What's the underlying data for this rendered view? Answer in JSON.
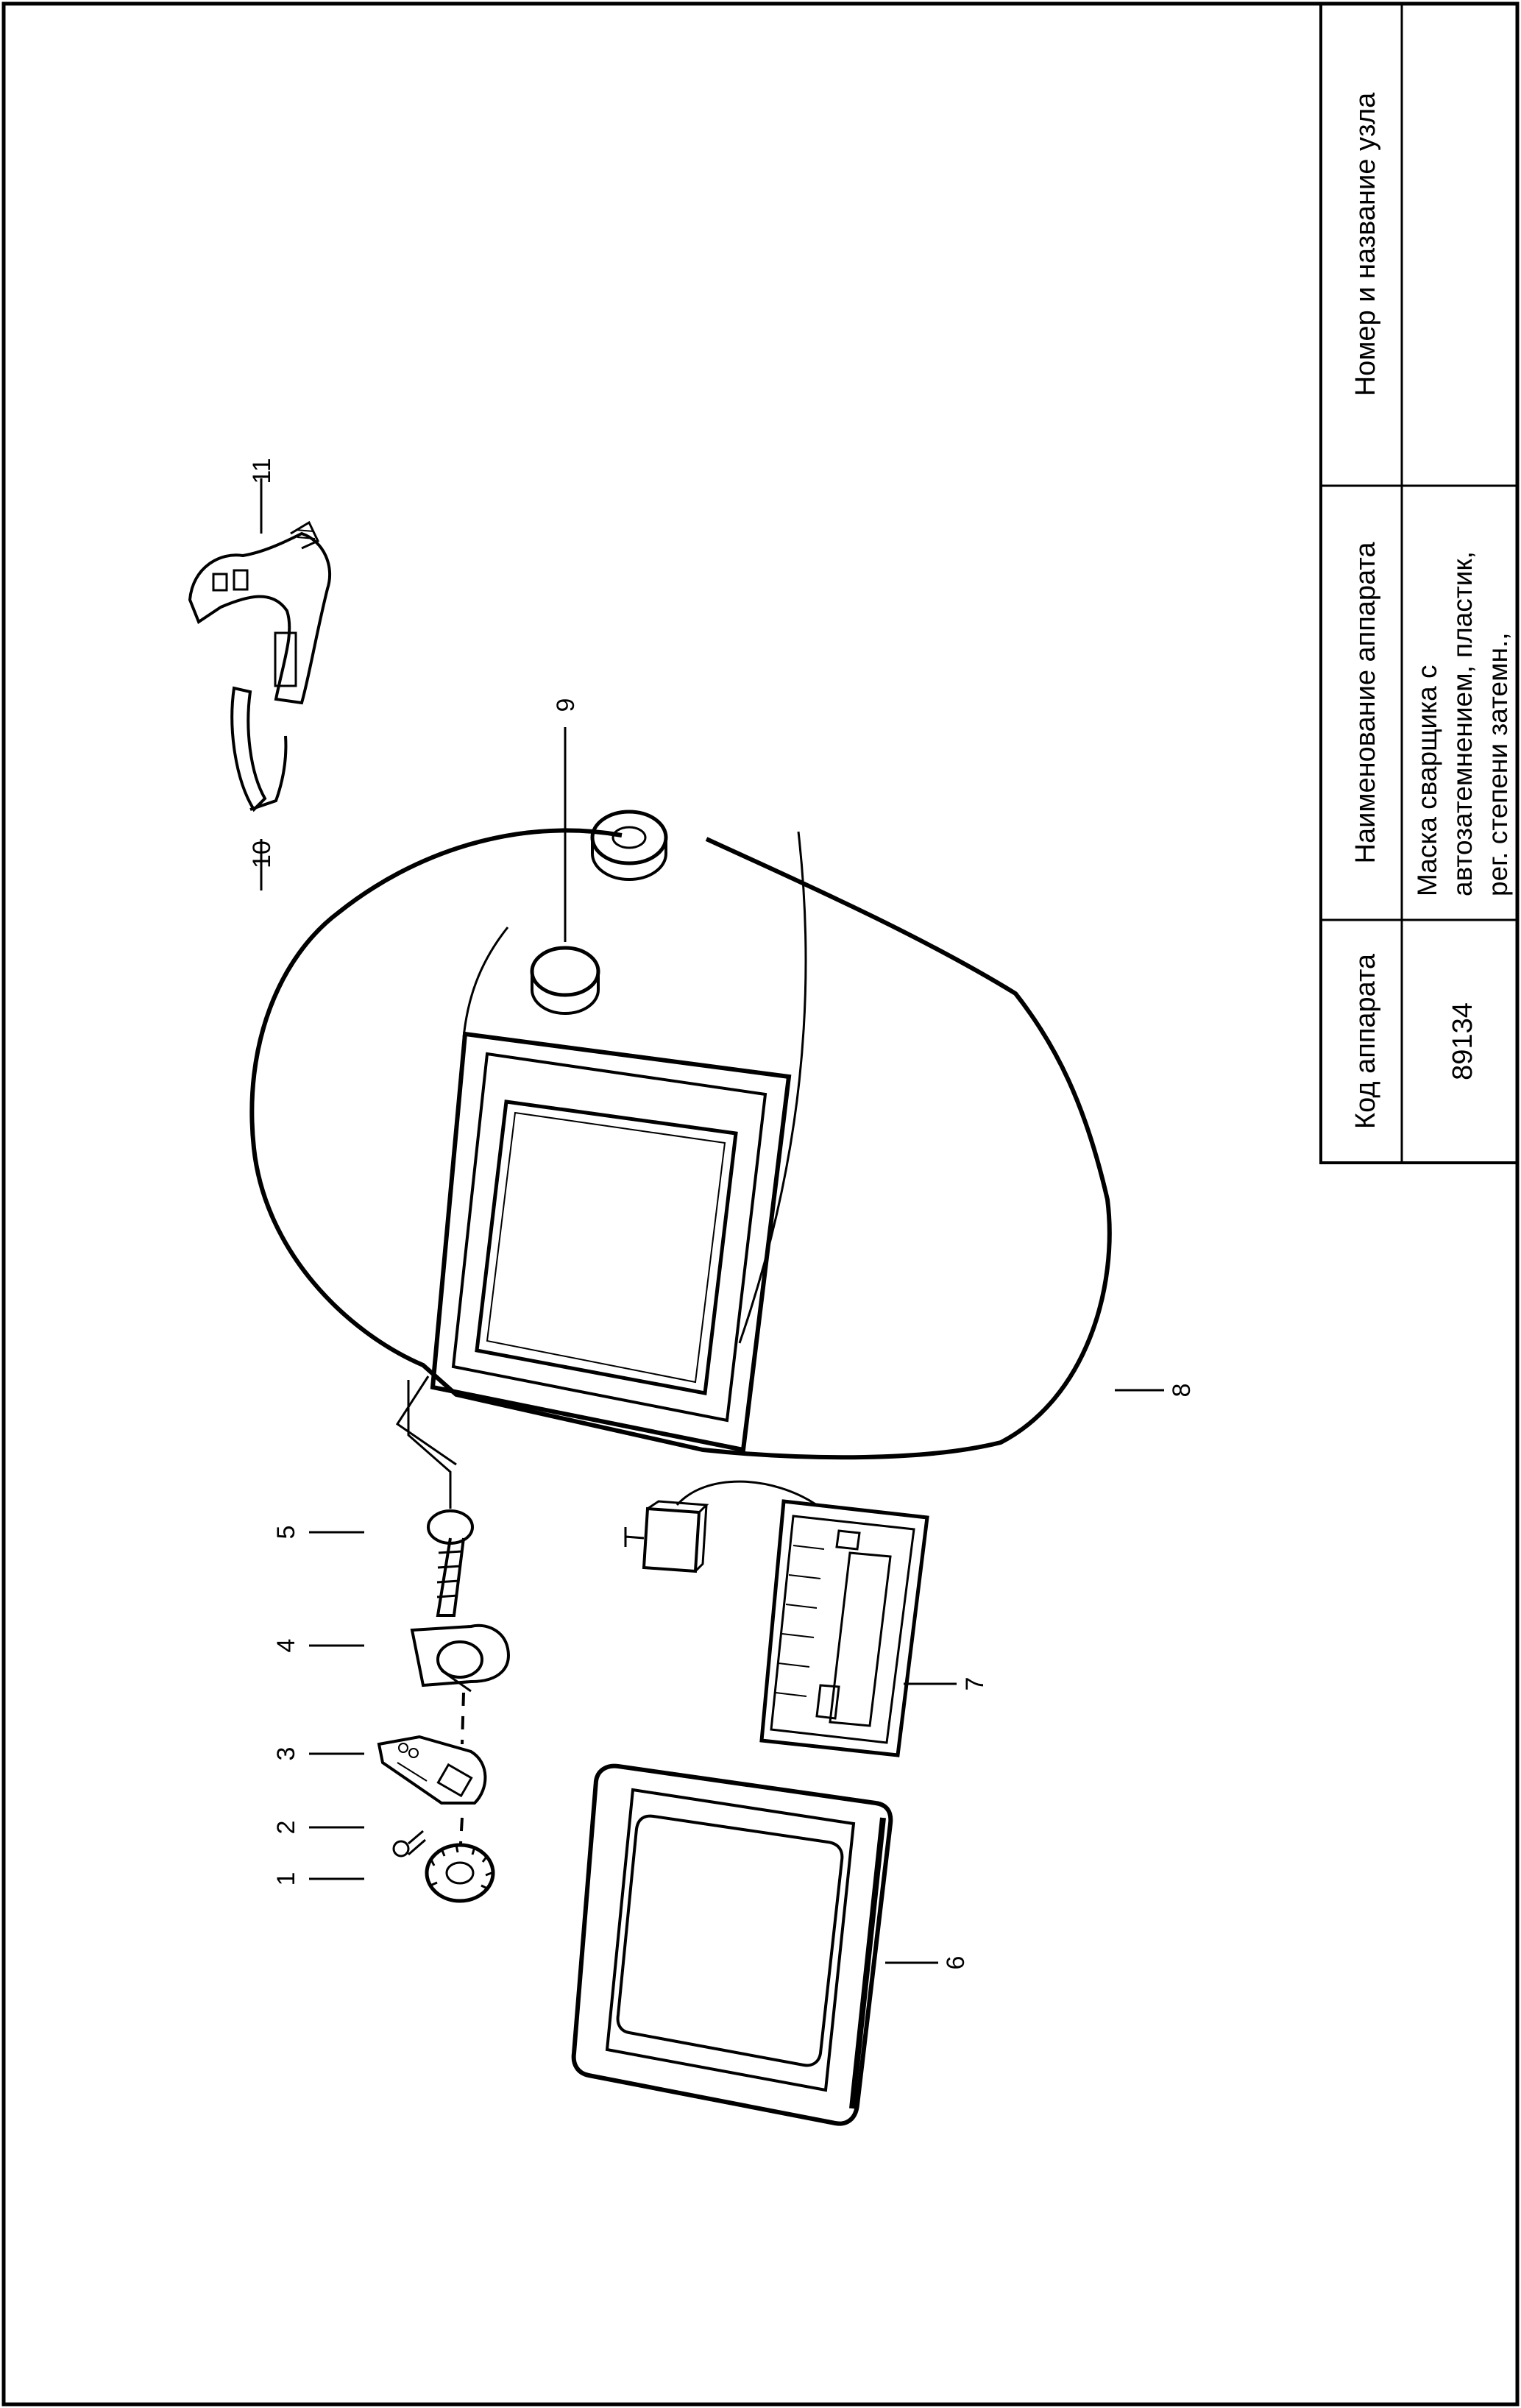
{
  "table": {
    "headers": {
      "code": "Код аппарата",
      "name": "Наименование аппарата",
      "node": "Номер и название узла"
    },
    "code_value": "89134",
    "name_lines": [
      "Маска сварщика с",
      "автозатемнением, пластик,",
      "рег. степени затемн.,"
    ],
    "node_value": ""
  },
  "callouts": [
    "1",
    "2",
    "3",
    "4",
    "5",
    "6",
    "7",
    "8",
    "9",
    "10",
    "11"
  ]
}
